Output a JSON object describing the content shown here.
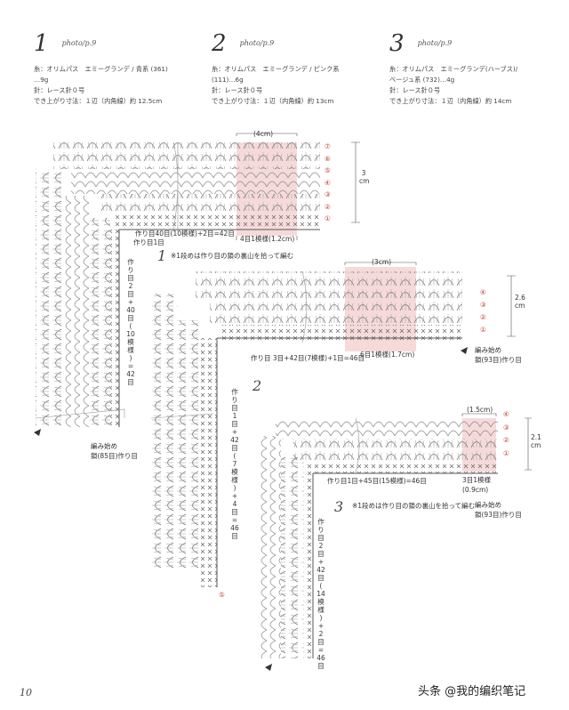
{
  "patterns": [
    {
      "number": "1",
      "photo": "photo/p.9",
      "spec": "糸：オリムパス　エミーグランデ / 青系 (361)\n…9g\n針：レース針０号\nでき上がり寸法：１辺（内角線）約 12.5cm"
    },
    {
      "number": "2",
      "photo": "photo/p.9",
      "spec": "糸：オリムパス　エミーグランデ / ピンク系\n(111)…6g\n針：レース針０号\nでき上がり寸法：１辺（内角線）約 13cm"
    },
    {
      "number": "3",
      "photo": "photo/p.9",
      "spec": "糸：オリムパス　エミーグランデ(ハーブス)/\nベージュ系 (732)…4g\n針：レース針０号\nでき上がり寸法：１辺（内角線）約 14cm"
    }
  ],
  "diagram1": {
    "width_label": "(4cm)",
    "height_label": "3\ncm",
    "rows": [
      "⑦",
      "⑥",
      "⑤",
      "④",
      "③",
      "②",
      "①"
    ],
    "foundation": "作り目40目(10模様)+2目=42目",
    "foundation2": "作り目1目",
    "motif": "4目1模様(1.2cm)",
    "side": "作り目\n2\n目\n+\n40\n目\n(\n10\n模様\n)\n=\n42\n目",
    "start": "編み始め\n鎖(85目)作り目",
    "note": "※1段めは作り目の鎖の裏山を拾って編む",
    "label": "1"
  },
  "diagram2": {
    "width_label": "(3cm)",
    "height_label": "2.6\ncm",
    "rows": [
      "④",
      "③",
      "②",
      "①"
    ],
    "foundation": "作り目 3目+42目(7模様)+1目=46目",
    "motif": "6目1模様(1.7cm)",
    "side": "作り目\n1\n目\n+\n42\n目\n(\n7\n模様\n)\n+\n4\n目\n=\n46\n目",
    "start": "編み始め\n鎖(93目)作り目",
    "extra": "⑤",
    "label": "2"
  },
  "diagram3": {
    "width_label": "(1.5cm)",
    "height_label": "2.1\ncm",
    "rows": [
      "④",
      "③",
      "②",
      "①"
    ],
    "foundation": "作り目1目+45目(15模様)=46目",
    "motif": "3目1模様\n(0.9cm)",
    "side": "作り目\n2\n目\n+\n42\n目\n(\n14\n模様\n)\n+\n2\n目\n=\n46\n目",
    "start": "編み始め\n鎖(93目)作り目",
    "note": "※1段めは作り目の鎖の裏山を拾って編む",
    "label": "3"
  },
  "page_number": "10",
  "watermark": "头条 @我的编织笔记"
}
